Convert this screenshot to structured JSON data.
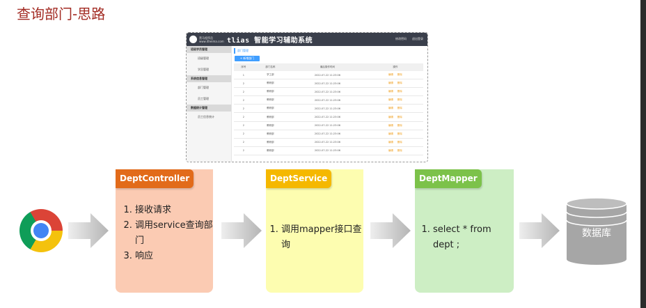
{
  "slide_title": "查询部门-思路",
  "app": {
    "logo_text": "黑马程序员 www.itheima.com",
    "title": "tlias 智能学习辅助系统",
    "header_actions": [
      "修改密码",
      "退出登录"
    ],
    "sidebar": [
      {
        "type": "group",
        "label": "班级学员管理"
      },
      {
        "type": "item",
        "label": "班级管理"
      },
      {
        "type": "item",
        "label": "学员管理"
      },
      {
        "type": "group",
        "label": "系统信息管理"
      },
      {
        "type": "item",
        "label": "部门管理"
      },
      {
        "type": "item",
        "label": "员工管理"
      },
      {
        "type": "group",
        "label": "数据统计管理"
      },
      {
        "type": "item",
        "label": "员工信息统计"
      }
    ],
    "breadcrumb": "部门管理",
    "add_button": "+ 新增部门",
    "table": {
      "headers": [
        "序号",
        "部门名称",
        "最后操作时间",
        "操作"
      ],
      "rows": [
        [
          "1",
          "学工部",
          "2022-07-22 11:23:06"
        ],
        [
          "2",
          "教研部",
          "2022-07-22 11:23:06"
        ],
        [
          "2",
          "教研部",
          "2022-07-22 11:23:06"
        ],
        [
          "2",
          "教研部",
          "2022-07-22 11:23:06"
        ],
        [
          "2",
          "教研部",
          "2022-07-22 11:23:06"
        ],
        [
          "2",
          "教研部",
          "2022-07-22 11:23:06"
        ],
        [
          "2",
          "教研部",
          "2022-07-22 11:23:06"
        ],
        [
          "2",
          "教研部",
          "2022-07-22 11:23:06"
        ],
        [
          "2",
          "教研部",
          "2022-07-22 11:23:06"
        ],
        [
          "2",
          "教研部",
          "2022-07-22 11:23:06"
        ]
      ],
      "actions": [
        "编辑",
        "删除"
      ]
    }
  },
  "flow": {
    "controller": {
      "title": "DeptController",
      "steps": [
        "接收请求",
        "调用service查询部门",
        "响应"
      ]
    },
    "service": {
      "title": "DeptService",
      "steps": [
        "调用mapper接口查询"
      ]
    },
    "mapper": {
      "title": "DeptMapper",
      "steps": [
        "select * from dept ;"
      ]
    },
    "database": "数据库"
  },
  "colors": {
    "title": "#a22a22",
    "controller_bg": "#fbcbb3",
    "controller_tab": "#e26b1a",
    "service_bg": "#fdfdb0",
    "service_tab": "#f5b800",
    "mapper_bg": "#cdeec4",
    "mapper_tab": "#7cc24a",
    "db": "#a6a6a6"
  }
}
